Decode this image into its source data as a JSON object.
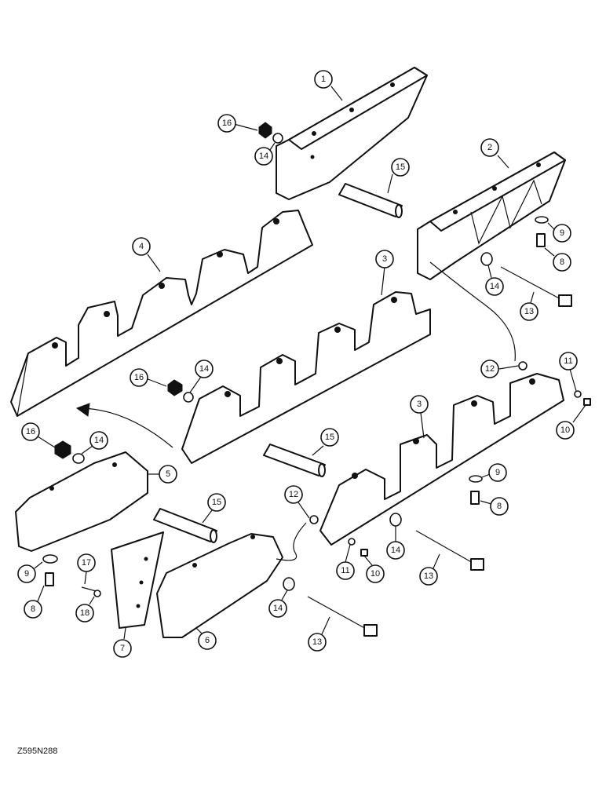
{
  "figure_id": "Z595N288",
  "callouts": [
    "1",
    "2",
    "3",
    "3",
    "4",
    "5",
    "6",
    "7",
    "8",
    "8",
    "8",
    "9",
    "9",
    "9",
    "10",
    "10",
    "11",
    "11",
    "12",
    "12",
    "13",
    "13",
    "13",
    "14",
    "14",
    "14",
    "14",
    "14",
    "14",
    "15",
    "15",
    "15",
    "16",
    "16",
    "16",
    "17",
    "18"
  ]
}
